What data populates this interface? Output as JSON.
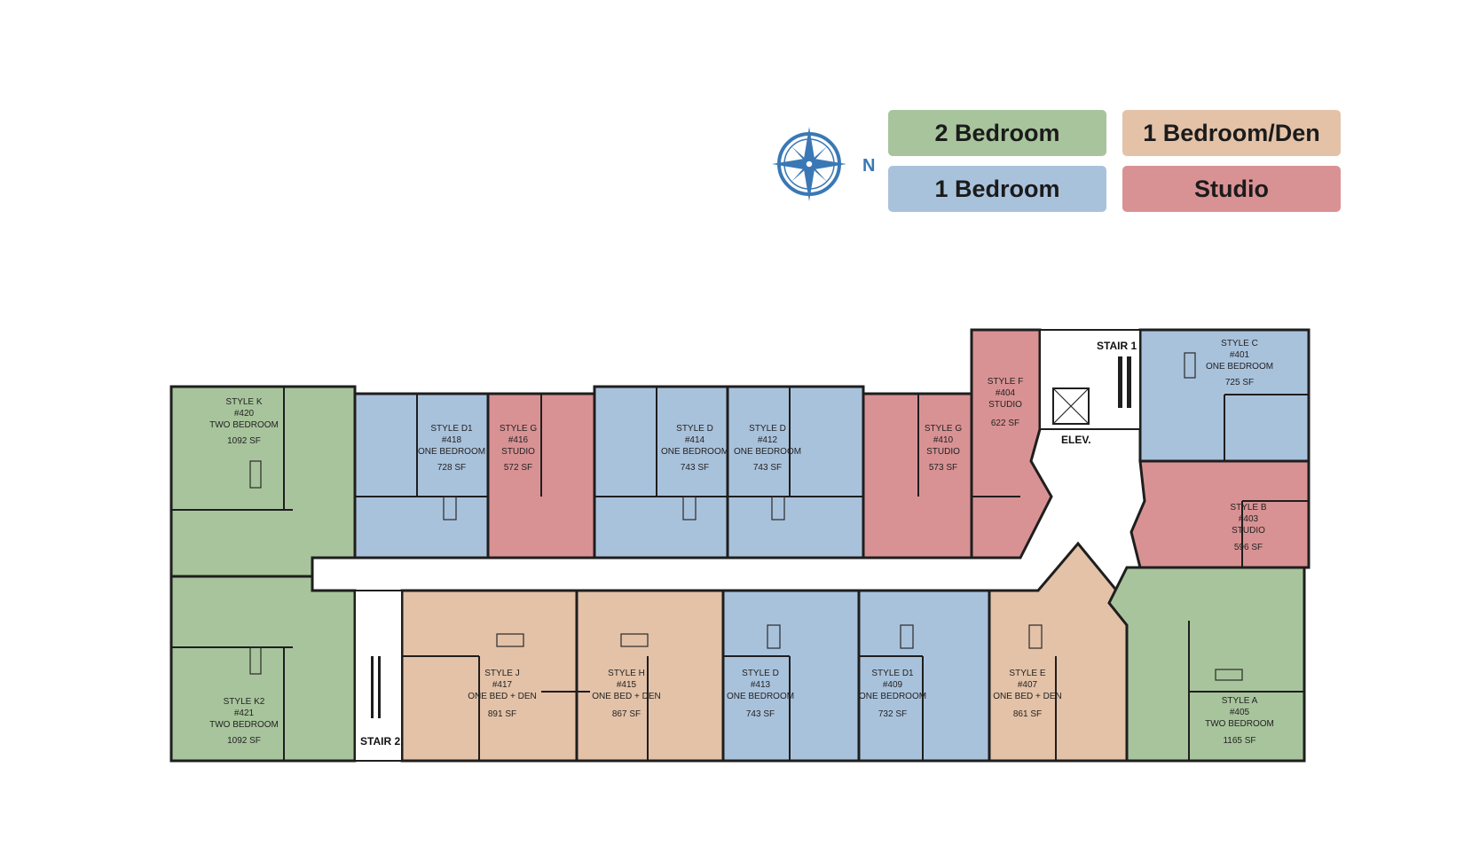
{
  "legend": {
    "two_bedroom": {
      "label": "2 Bedroom",
      "color": "#a8c49c"
    },
    "one_bedroom_den": {
      "label": "1 Bedroom/Den",
      "color": "#e3c2a8"
    },
    "one_bedroom": {
      "label": "1 Bedroom",
      "color": "#a9c2dc"
    },
    "studio": {
      "label": "Studio",
      "color": "#d99294"
    }
  },
  "compass": {
    "north_label": "N",
    "icon": "compass-rose-icon",
    "color": "#3a78b5"
  },
  "core": {
    "stair1": "STAIR 1",
    "stair2": "STAIR 2",
    "elevator": "ELEV."
  },
  "units": [
    {
      "style": "STYLE K",
      "number": "#420",
      "type": "TWO BEDROOM",
      "area": "1092 SF",
      "kind": "two_bedroom"
    },
    {
      "style": "STYLE K2",
      "number": "#421",
      "type": "TWO BEDROOM",
      "area": "1092 SF",
      "kind": "two_bedroom"
    },
    {
      "style": "STYLE D1",
      "number": "#418",
      "type": "ONE BEDROOM",
      "area": "728 SF",
      "kind": "one_bedroom"
    },
    {
      "style": "STYLE G",
      "number": "#416",
      "type": "STUDIO",
      "area": "572 SF",
      "kind": "studio"
    },
    {
      "style": "STYLE D",
      "number": "#414",
      "type": "ONE BEDROOM",
      "area": "743 SF",
      "kind": "one_bedroom"
    },
    {
      "style": "STYLE D",
      "number": "#412",
      "type": "ONE BEDROOM",
      "area": "743 SF",
      "kind": "one_bedroom"
    },
    {
      "style": "STYLE G",
      "number": "#410",
      "type": "STUDIO",
      "area": "573 SF",
      "kind": "studio"
    },
    {
      "style": "STYLE F",
      "number": "#404",
      "type": "STUDIO",
      "area": "622 SF",
      "kind": "studio"
    },
    {
      "style": "STYLE C",
      "number": "#401",
      "type": "ONE BEDROOM",
      "area": "725 SF",
      "kind": "one_bedroom"
    },
    {
      "style": "STYLE B",
      "number": "#403",
      "type": "STUDIO",
      "area": "596 SF",
      "kind": "studio"
    },
    {
      "style": "STYLE A",
      "number": "#405",
      "type": "TWO BEDROOM",
      "area": "1165 SF",
      "kind": "two_bedroom"
    },
    {
      "style": "STYLE J",
      "number": "#417",
      "type": "ONE BED + DEN",
      "area": "891 SF",
      "kind": "one_bedroom_den"
    },
    {
      "style": "STYLE H",
      "number": "#415",
      "type": "ONE BED + DEN",
      "area": "867 SF",
      "kind": "one_bedroom_den"
    },
    {
      "style": "STYLE D",
      "number": "#413",
      "type": "ONE BEDROOM",
      "area": "743 SF",
      "kind": "one_bedroom"
    },
    {
      "style": "STYLE D1",
      "number": "#409",
      "type": "ONE BEDROOM",
      "area": "732 SF",
      "kind": "one_bedroom"
    },
    {
      "style": "STYLE E",
      "number": "#407",
      "type": "ONE BED + DEN",
      "area": "861 SF",
      "kind": "one_bedroom_den"
    }
  ]
}
